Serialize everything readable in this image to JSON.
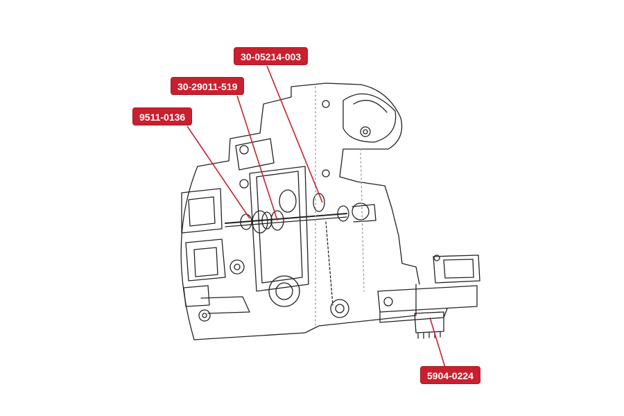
{
  "diagram": {
    "callouts": [
      {
        "id": "c1",
        "label": "30-05214-003"
      },
      {
        "id": "c2",
        "label": "30-29011-519"
      },
      {
        "id": "c3",
        "label": "9511-0136"
      },
      {
        "id": "c4",
        "label": "5904-0224"
      }
    ]
  },
  "colors": {
    "callout_fill": "#c8202f",
    "leader_line": "#c8202f",
    "drawing_line": "#222222"
  }
}
